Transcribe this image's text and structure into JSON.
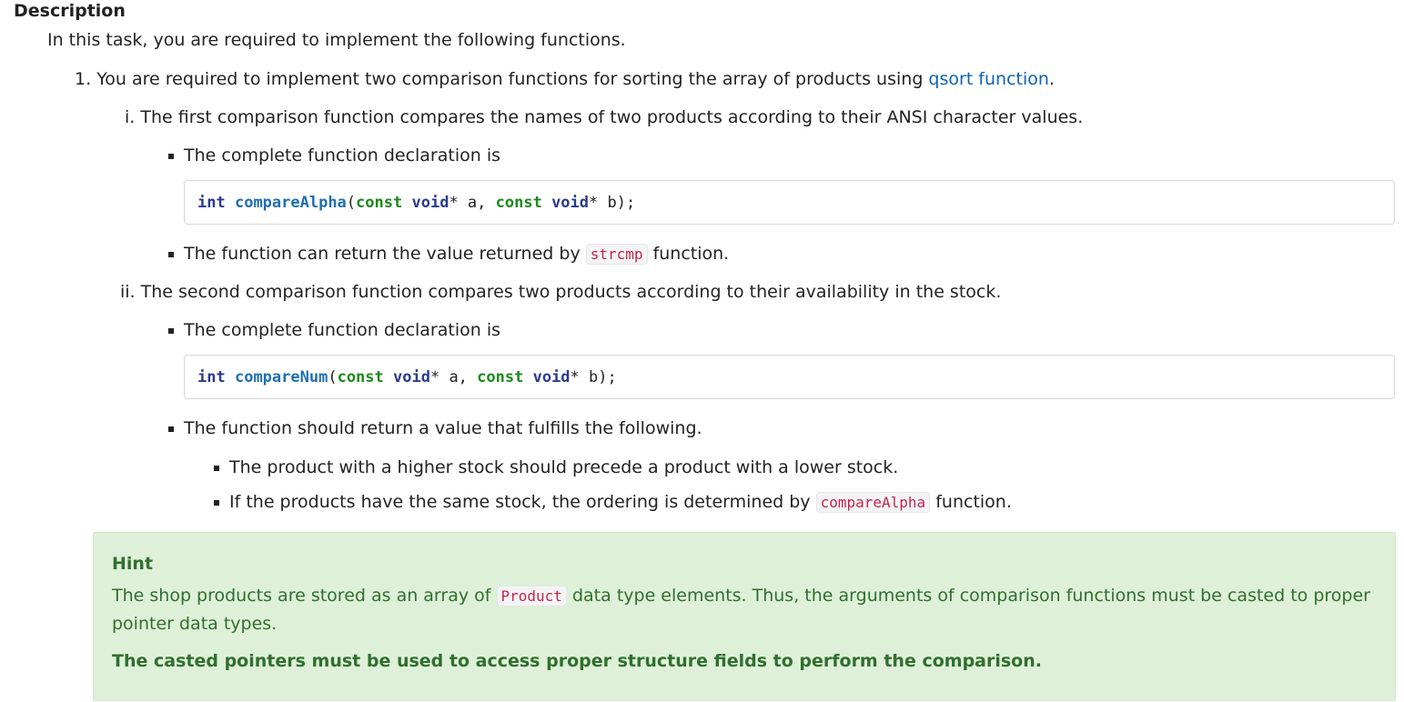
{
  "heading": "Description",
  "intro": "In this task, you are required to implement the following functions.",
  "item1": {
    "number": "1.",
    "text_before": "You are required to implement two comparison functions for sorting the array of products using ",
    "link_text": "qsort function",
    "text_after": "."
  },
  "sub_i": {
    "number": "i.",
    "text": "The first comparison function compares the names of two products according to their ANSI character values.",
    "bullet_decl": "The complete function declaration is",
    "code": {
      "ret_type": "int",
      "name": "compareAlpha",
      "open_paren": "(",
      "const1": "const",
      "void1": "void",
      "arg1": "* a, ",
      "const2": "const",
      "void2": "void",
      "arg2": "* b);"
    },
    "bullet_return_before": "The function can return the value returned by ",
    "bullet_return_code": "strcmp",
    "bullet_return_after": " function."
  },
  "sub_ii": {
    "number": "ii.",
    "text": "The second comparison function compares two products according to their availability in the stock.",
    "bullet_decl": "The complete function declaration is",
    "code": {
      "ret_type": "int",
      "name": "compareNum",
      "open_paren": "(",
      "const1": "const",
      "void1": "void",
      "arg1": "* a, ",
      "const2": "const",
      "void2": "void",
      "arg2": "* b);"
    },
    "bullet_return": "The function should return a value that fulfills the following.",
    "sub_bullet_1": "The product with a higher stock should precede a product with a lower stock.",
    "sub_bullet_2_before": "If the products have the same stock, the ordering is determined by ",
    "sub_bullet_2_code": "compareAlpha",
    "sub_bullet_2_after": " function."
  },
  "hint": {
    "title": "Hint",
    "body_before": "The shop products are stored as an array of ",
    "body_code": "Product",
    "body_after": " data type elements. Thus, the arguments of comparison functions must be casted to proper pointer data types.",
    "strong": "The casted pointers must be used to access proper structure fields to perform the comparison."
  },
  "colors": {
    "link": "#0b62b8",
    "inline_code": "#c7254e",
    "hint_bg": "#dff0d8",
    "hint_text": "#2f6f2f",
    "kw_type": "#2b3a8f",
    "kw_fn": "#1f6fb3",
    "kw_const": "#1c8a1c"
  }
}
